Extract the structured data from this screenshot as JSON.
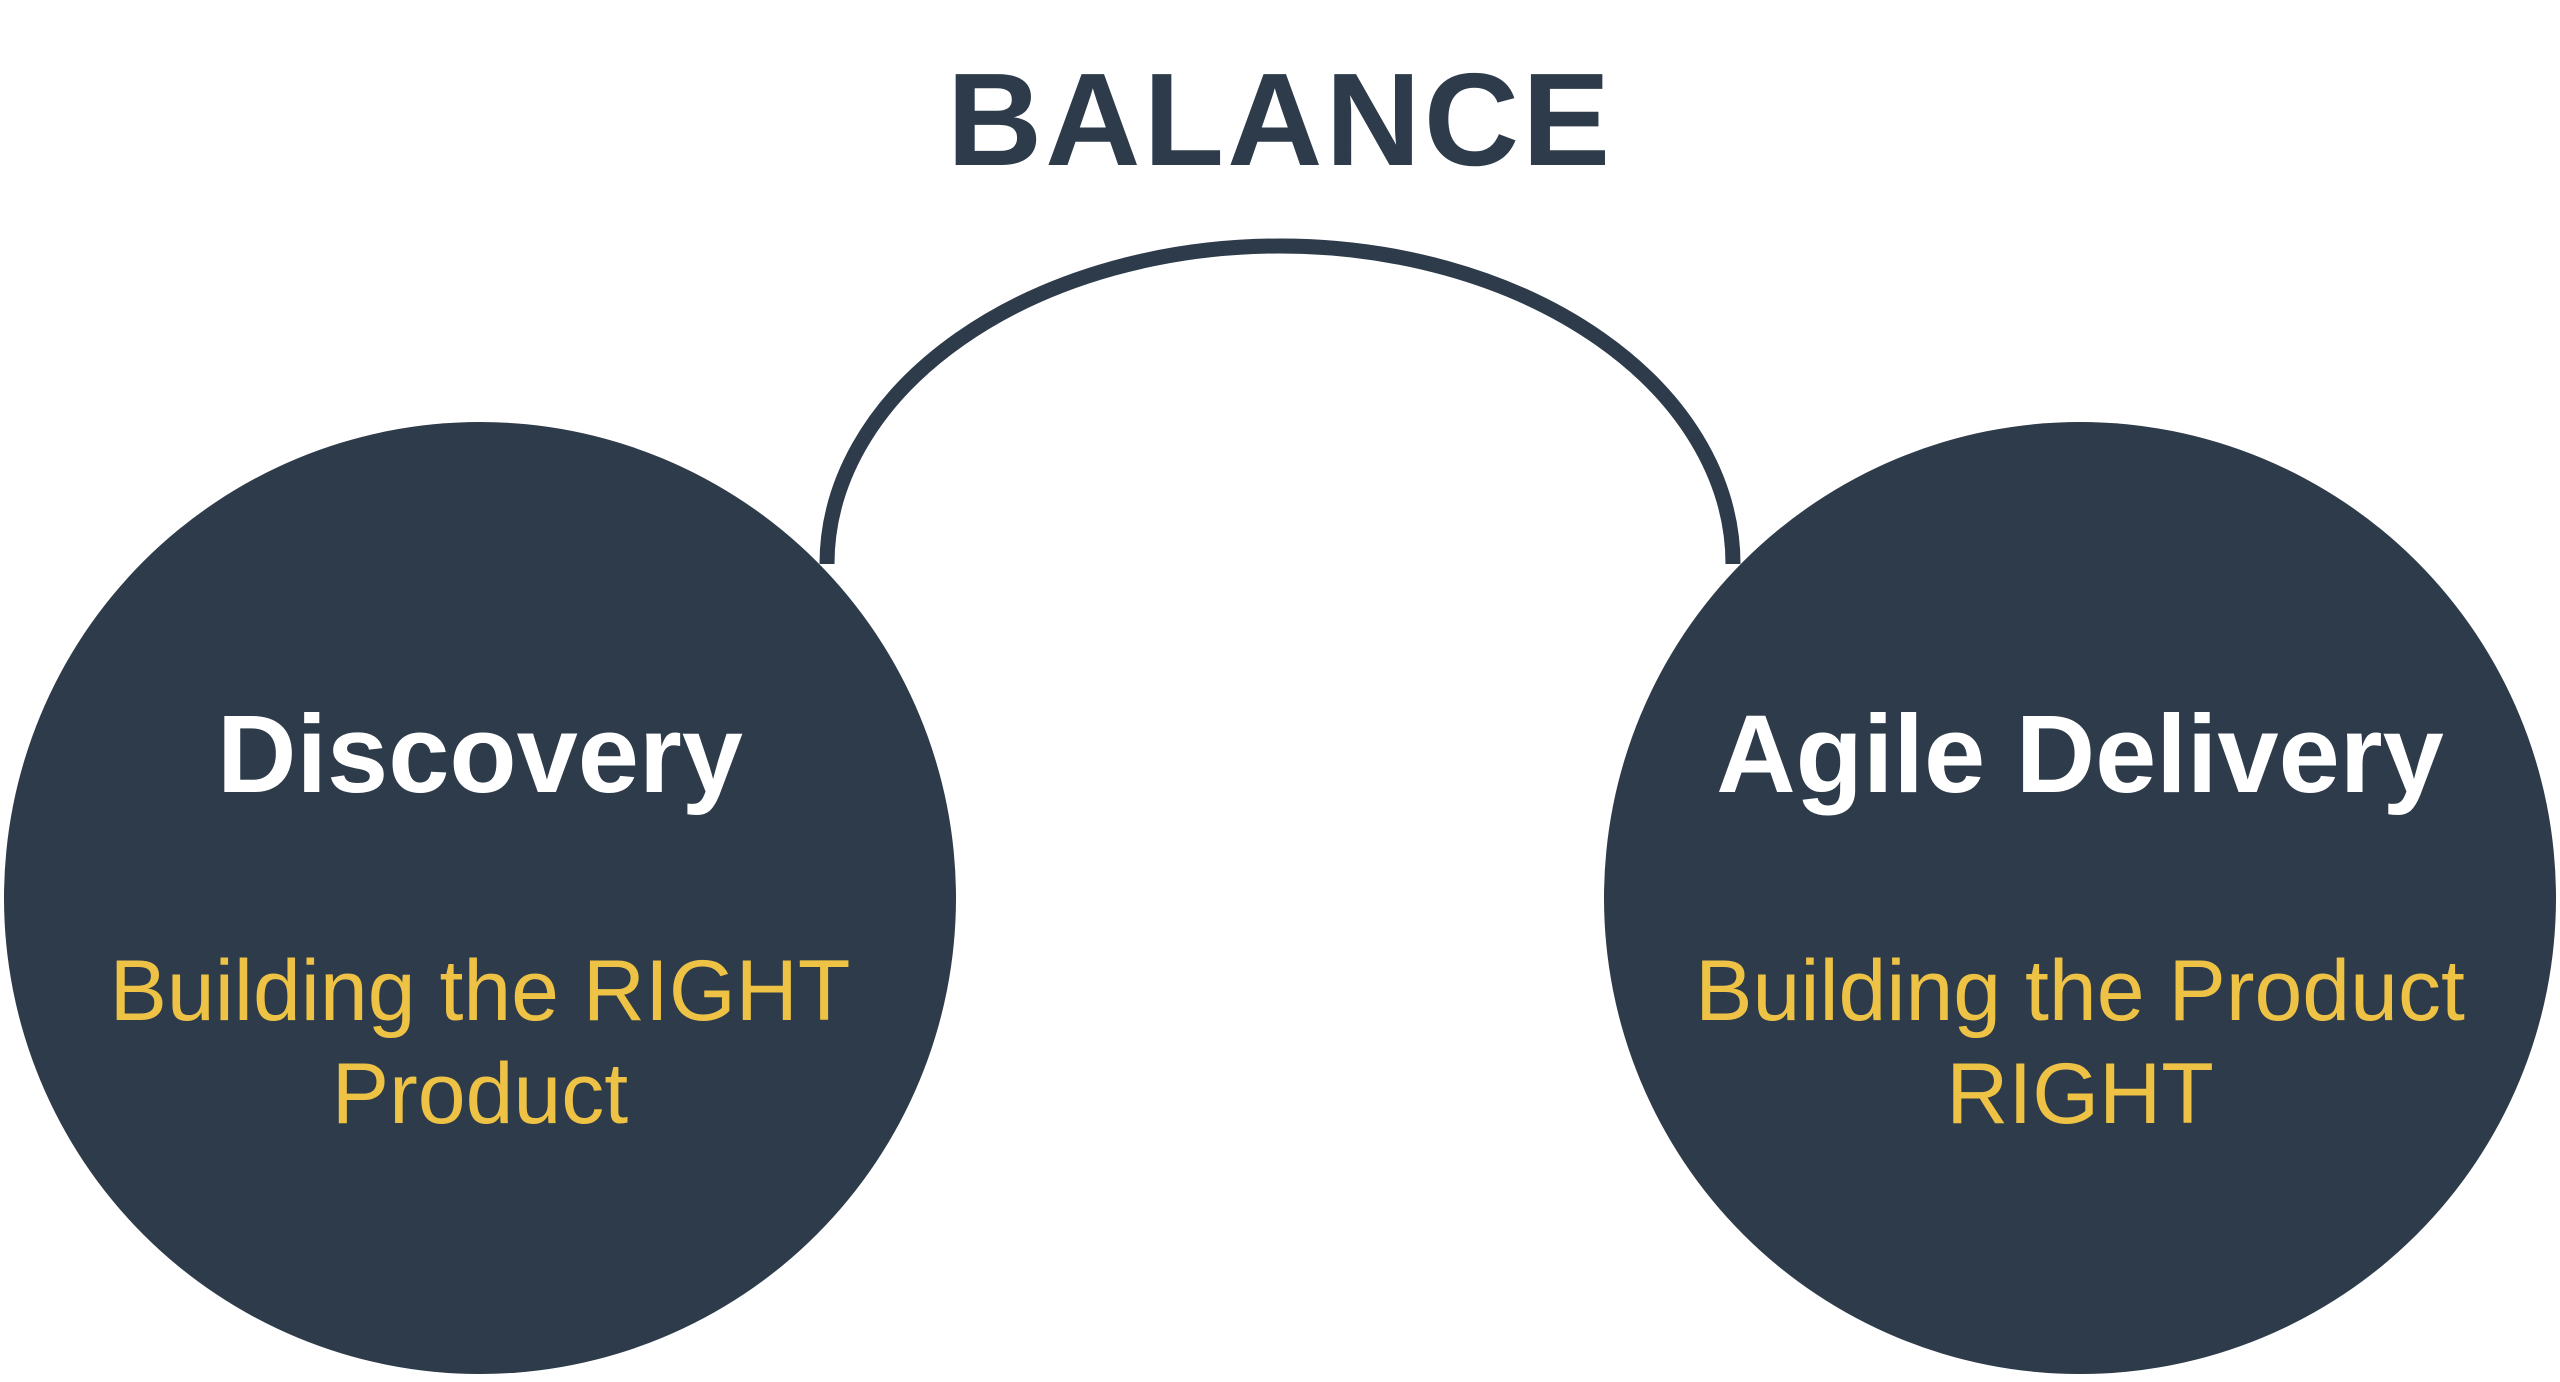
{
  "title": "BALANCE",
  "colors": {
    "navy": "#2D3B4A",
    "yellow": "#EEC345",
    "white": "#FFFFFF",
    "background": "#FFFFFF"
  },
  "connector": {
    "shape": "arc",
    "description": "arc-linking-the-two-circles"
  },
  "circles": [
    {
      "heading": "Discovery",
      "subtitle_lines": [
        "Building the RIGHT",
        "Product"
      ]
    },
    {
      "heading": "Agile Delivery",
      "subtitle_lines": [
        "Building the Product",
        "RIGHT"
      ]
    }
  ]
}
